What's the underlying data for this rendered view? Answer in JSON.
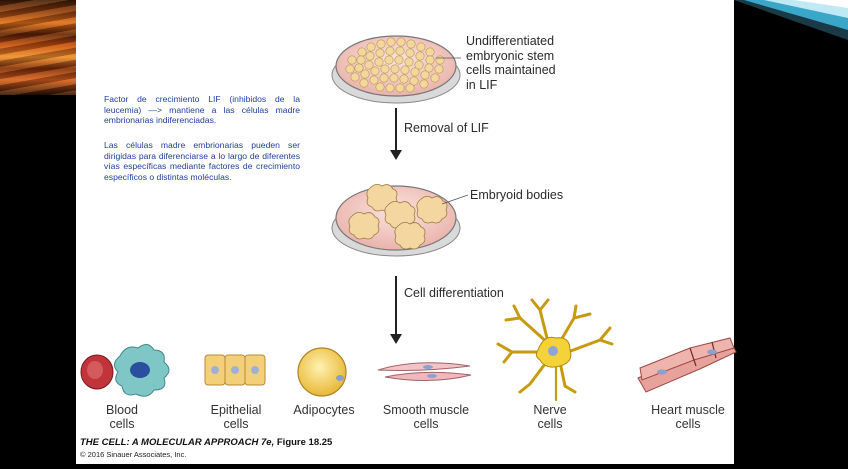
{
  "paragraphs": [
    "Factor de crecimiento LIF (inhibidos de la leucemia) —> mantiene a las células madre embrionarias indiferenciadas.",
    "Las células madre embrionarias pueden ser dirigidas para diferenciarse a lo largo de diferentes vías específicas mediante factores de crecimiento específicos o distintas moléculas."
  ],
  "stages": {
    "stem_cells": [
      "Undifferentiated",
      "embryonic stem",
      "cells maintained",
      "in LIF"
    ],
    "removal": "Removal of LIF",
    "embryoid": "Embryoid bodies",
    "differentiation": "Cell differentiation"
  },
  "cell_types": [
    [
      "Blood",
      "cells"
    ],
    [
      "Epithelial",
      "cells"
    ],
    [
      "Adipocytes"
    ],
    [
      "Smooth muscle",
      "cells"
    ],
    [
      "Nerve",
      "cells"
    ],
    [
      "Heart muscle",
      "cells"
    ]
  ],
  "credit": {
    "title": "THE CELL: A MOLECULAR APPROACH 7e,",
    "figure": "Figure 18.25",
    "copyright": "© 2016 Sinauer Associates, Inc."
  },
  "colors": {
    "text_blue": "#1f3ea0",
    "dish_pink": "#f3c9c3",
    "cell_yellow": "#f2c64a"
  }
}
